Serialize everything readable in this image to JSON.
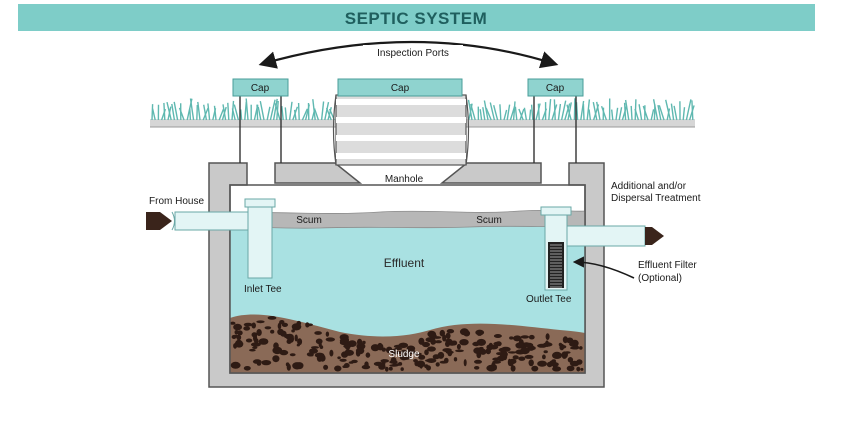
{
  "title": "SEPTIC SYSTEM",
  "labels": {
    "inspection_ports": "Inspection Ports",
    "cap_left": "Cap",
    "cap_center": "Cap",
    "cap_right": "Cap",
    "manhole": "Manhole",
    "from_house": "From House",
    "additional_line1": "Additional and/or",
    "additional_line2": "Dispersal Treatment",
    "scum_left": "Scum",
    "scum_right": "Scum",
    "effluent": "Effluent",
    "inlet_tee": "Inlet Tee",
    "outlet_tee": "Outlet Tee",
    "effluent_filter_line1": "Effluent Filter",
    "effluent_filter_line2": "(Optional)",
    "sludge": "Sludge"
  },
  "colors": {
    "banner": "#7ecdc8",
    "banner_text": "#1f5f5e",
    "concrete": "#c9c9c9",
    "concrete_edge": "#555555",
    "effluent": "#a9e1e2",
    "scum": "#b4b4b4",
    "sludge": "#8a6a57",
    "pipe": "#e3f5f5",
    "cap": "#8fd3cf",
    "grass": "#5fb8b0",
    "arrow": "#3a241b"
  }
}
